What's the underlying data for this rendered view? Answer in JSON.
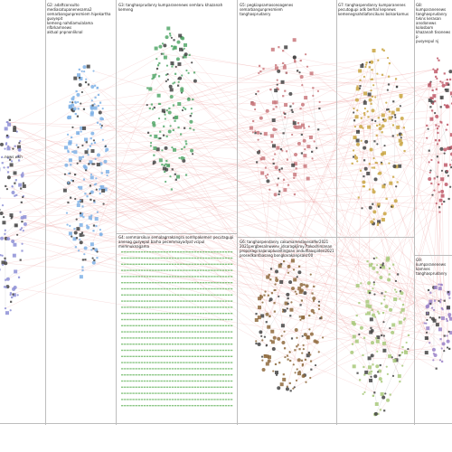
{
  "groups": [
    {
      "id": "G1",
      "label": "",
      "header": "…news wkh",
      "color": "#8d8fd6"
    },
    {
      "id": "G2",
      "label": "G2",
      "header": "G2: adaftconsulto\nmediasatupanenesama2\nsemarbangunpresmiem hipekartha gusyepit\nkemeng nahdiamulalama nfbrkamnews\naktual pnpnonliknal",
      "color": "#7fb2e6"
    },
    {
      "id": "G3",
      "label": "G3",
      "header": "G3: tanghasprudanry kumparanenews semlaru khazanah kemeng",
      "color": "#55a86b"
    },
    {
      "id": "G4",
      "label": "G4",
      "header": "G4: semmarsikuv semalagrrakangra somhpakemen pecutagupi\nanenag gusyepul barha pecemmayadyat vcipul memnuknagama",
      "color": "#62b15a"
    },
    {
      "id": "G5",
      "label": "G5",
      "header": "G5: pegkiapsamasonoagenes semarbangunpresmiem\ntanghasprudanry",
      "color": "#c9787c"
    },
    {
      "id": "G6",
      "label": "G6",
      "header": "G6: tanghaspendanry cakumarendayesalfer2021\n2021pergbesalnwwev_jdsaragkjiroy7tokoshimanan\nproposagi kajanapluseltingoan andulfiaaspiden2021\nprosedkanfaasang bongkarakanpsalsr00",
      "color": "#8e6a3d"
    },
    {
      "id": "G7",
      "label": "G7",
      "header": "G7: tanghaspendanry kumparanenes\npecutogupi adk berhal kepnews\nkemenegnahdiafoncikuns bolsarkamus",
      "color": "#c9a441"
    },
    {
      "id": "G8",
      "label": "G8",
      "header": "G8: kumparanenews\ntanghasprudanry tvkns kerasan\nansdonews kolosbom\nkhazanah tisonews p\npusyespul nj",
      "color": "#c05a6a"
    },
    {
      "id": "G9",
      "label": "G9",
      "header": "G9: kumparanenews\nkamnes\ntanghasprudanry",
      "color": "#9a82c8"
    },
    {
      "id": "G10",
      "label": "",
      "header": "",
      "color": "#a8c97a"
    }
  ],
  "edge_color": "#e06060"
}
